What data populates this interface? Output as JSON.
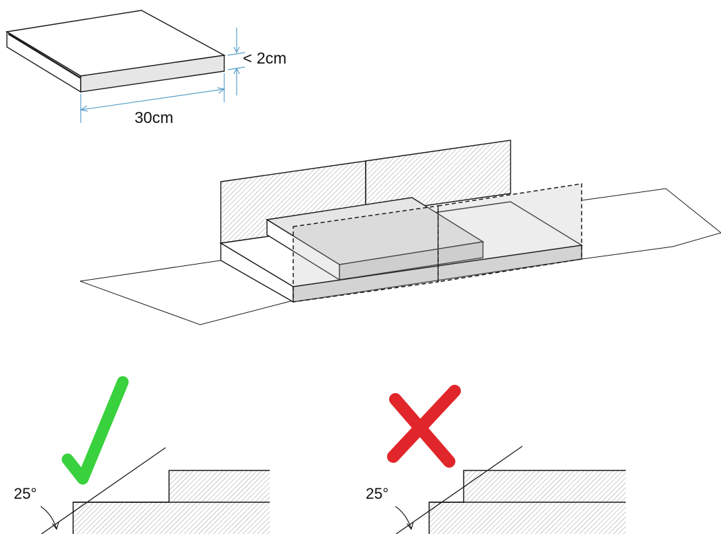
{
  "tile_dims": {
    "height_label": "< 2cm",
    "width_label": "30cm"
  },
  "verdicts": {
    "good": {
      "angle_label": "25°",
      "mark": "check",
      "color": "#39d13d"
    },
    "bad": {
      "angle_label": "25°",
      "mark": "cross",
      "color": "#e0262a"
    }
  },
  "colors": {
    "line": "#1a1a1a",
    "dimension": "#5aa0c8",
    "tile_face": "#e6e6e6",
    "hatch": "#9a9a9a"
  }
}
